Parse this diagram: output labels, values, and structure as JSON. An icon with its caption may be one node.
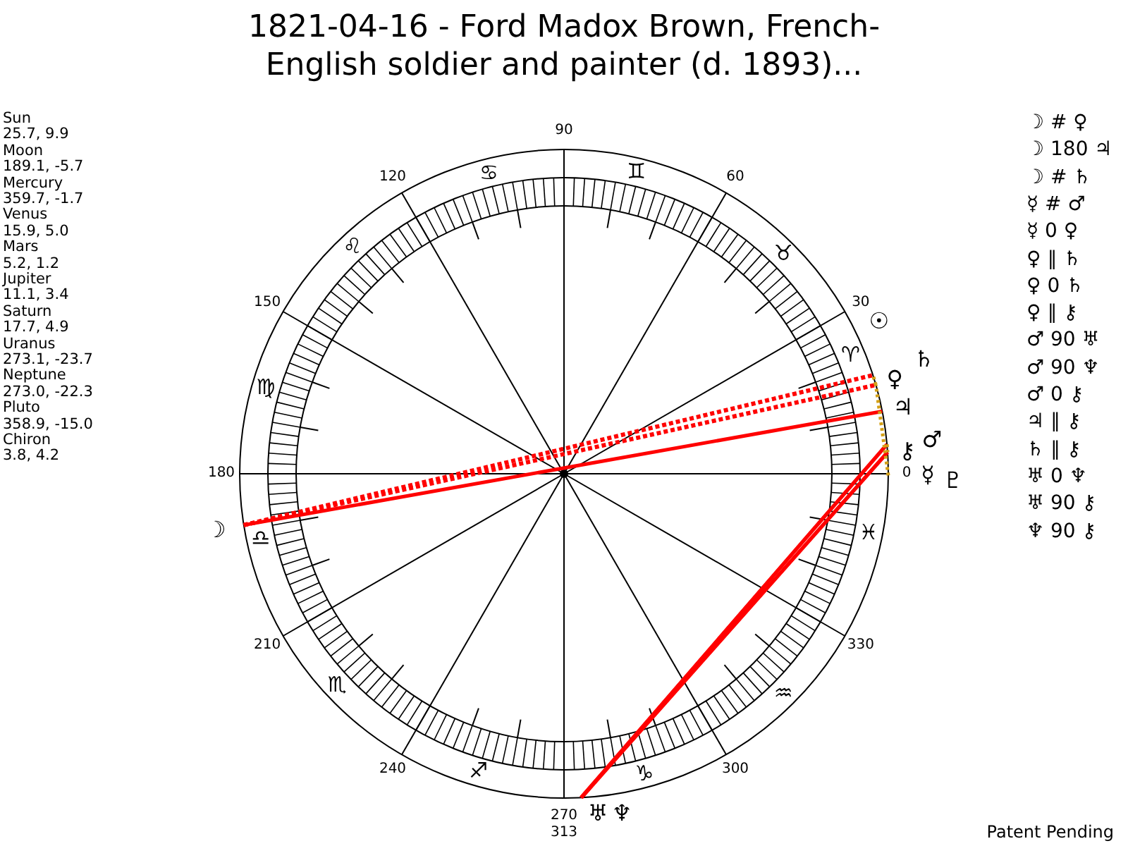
{
  "diagram": {
    "title": "1821-04-16 - Ford Madox Brown, French-English soldier and painter (d. 1893)...",
    "labels": [
      "Sun",
      "25.7, 9.9",
      "Moon",
      "189.1, -5.7",
      "Mercury",
      "359.7, -1.7",
      "Venus",
      "15.9, 5.0",
      "Mars",
      "5.2, 1.2",
      "Jupiter",
      "11.1, 3.4",
      "Saturn",
      "17.7, 4.9",
      "Uranus",
      "273.1, -23.7",
      "Neptune",
      "273.0, -22.3",
      "Pluto",
      "358.9, -15.0",
      "Chiron",
      "3.8, 4.2",
      "90",
      "120",
      "60",
      "150",
      "30",
      "180",
      "0",
      "210",
      "330",
      "240",
      "300",
      "270",
      "♋",
      "♊",
      "♌",
      "♉",
      "♍",
      "♈",
      "♎",
      "♓",
      "♏",
      "♒",
      "♐",
      "♑",
      "☉",
      "♄",
      "♀",
      "♃",
      "♂",
      "⚷",
      "☿",
      "♇",
      "☽",
      "♅",
      "♆",
      "313",
      "☽ # ♀",
      "☽ 180 ♃",
      "☽ # ♄",
      "☿ # ♂",
      "☿ 0 ♀",
      "♀ ∥ ♄",
      "♀ 0 ♄",
      "♀ ∥ ⚷",
      "♂ 90 ♅",
      "♂ 90 ♆",
      "♂ 0 ⚷",
      "♃ ∥ ⚷",
      "♄ ∥ ⚷",
      "♅ 0 ♆",
      "♅ 90 ⚷",
      "♆ 90 ⚷",
      "Patent Pending"
    ]
  }
}
